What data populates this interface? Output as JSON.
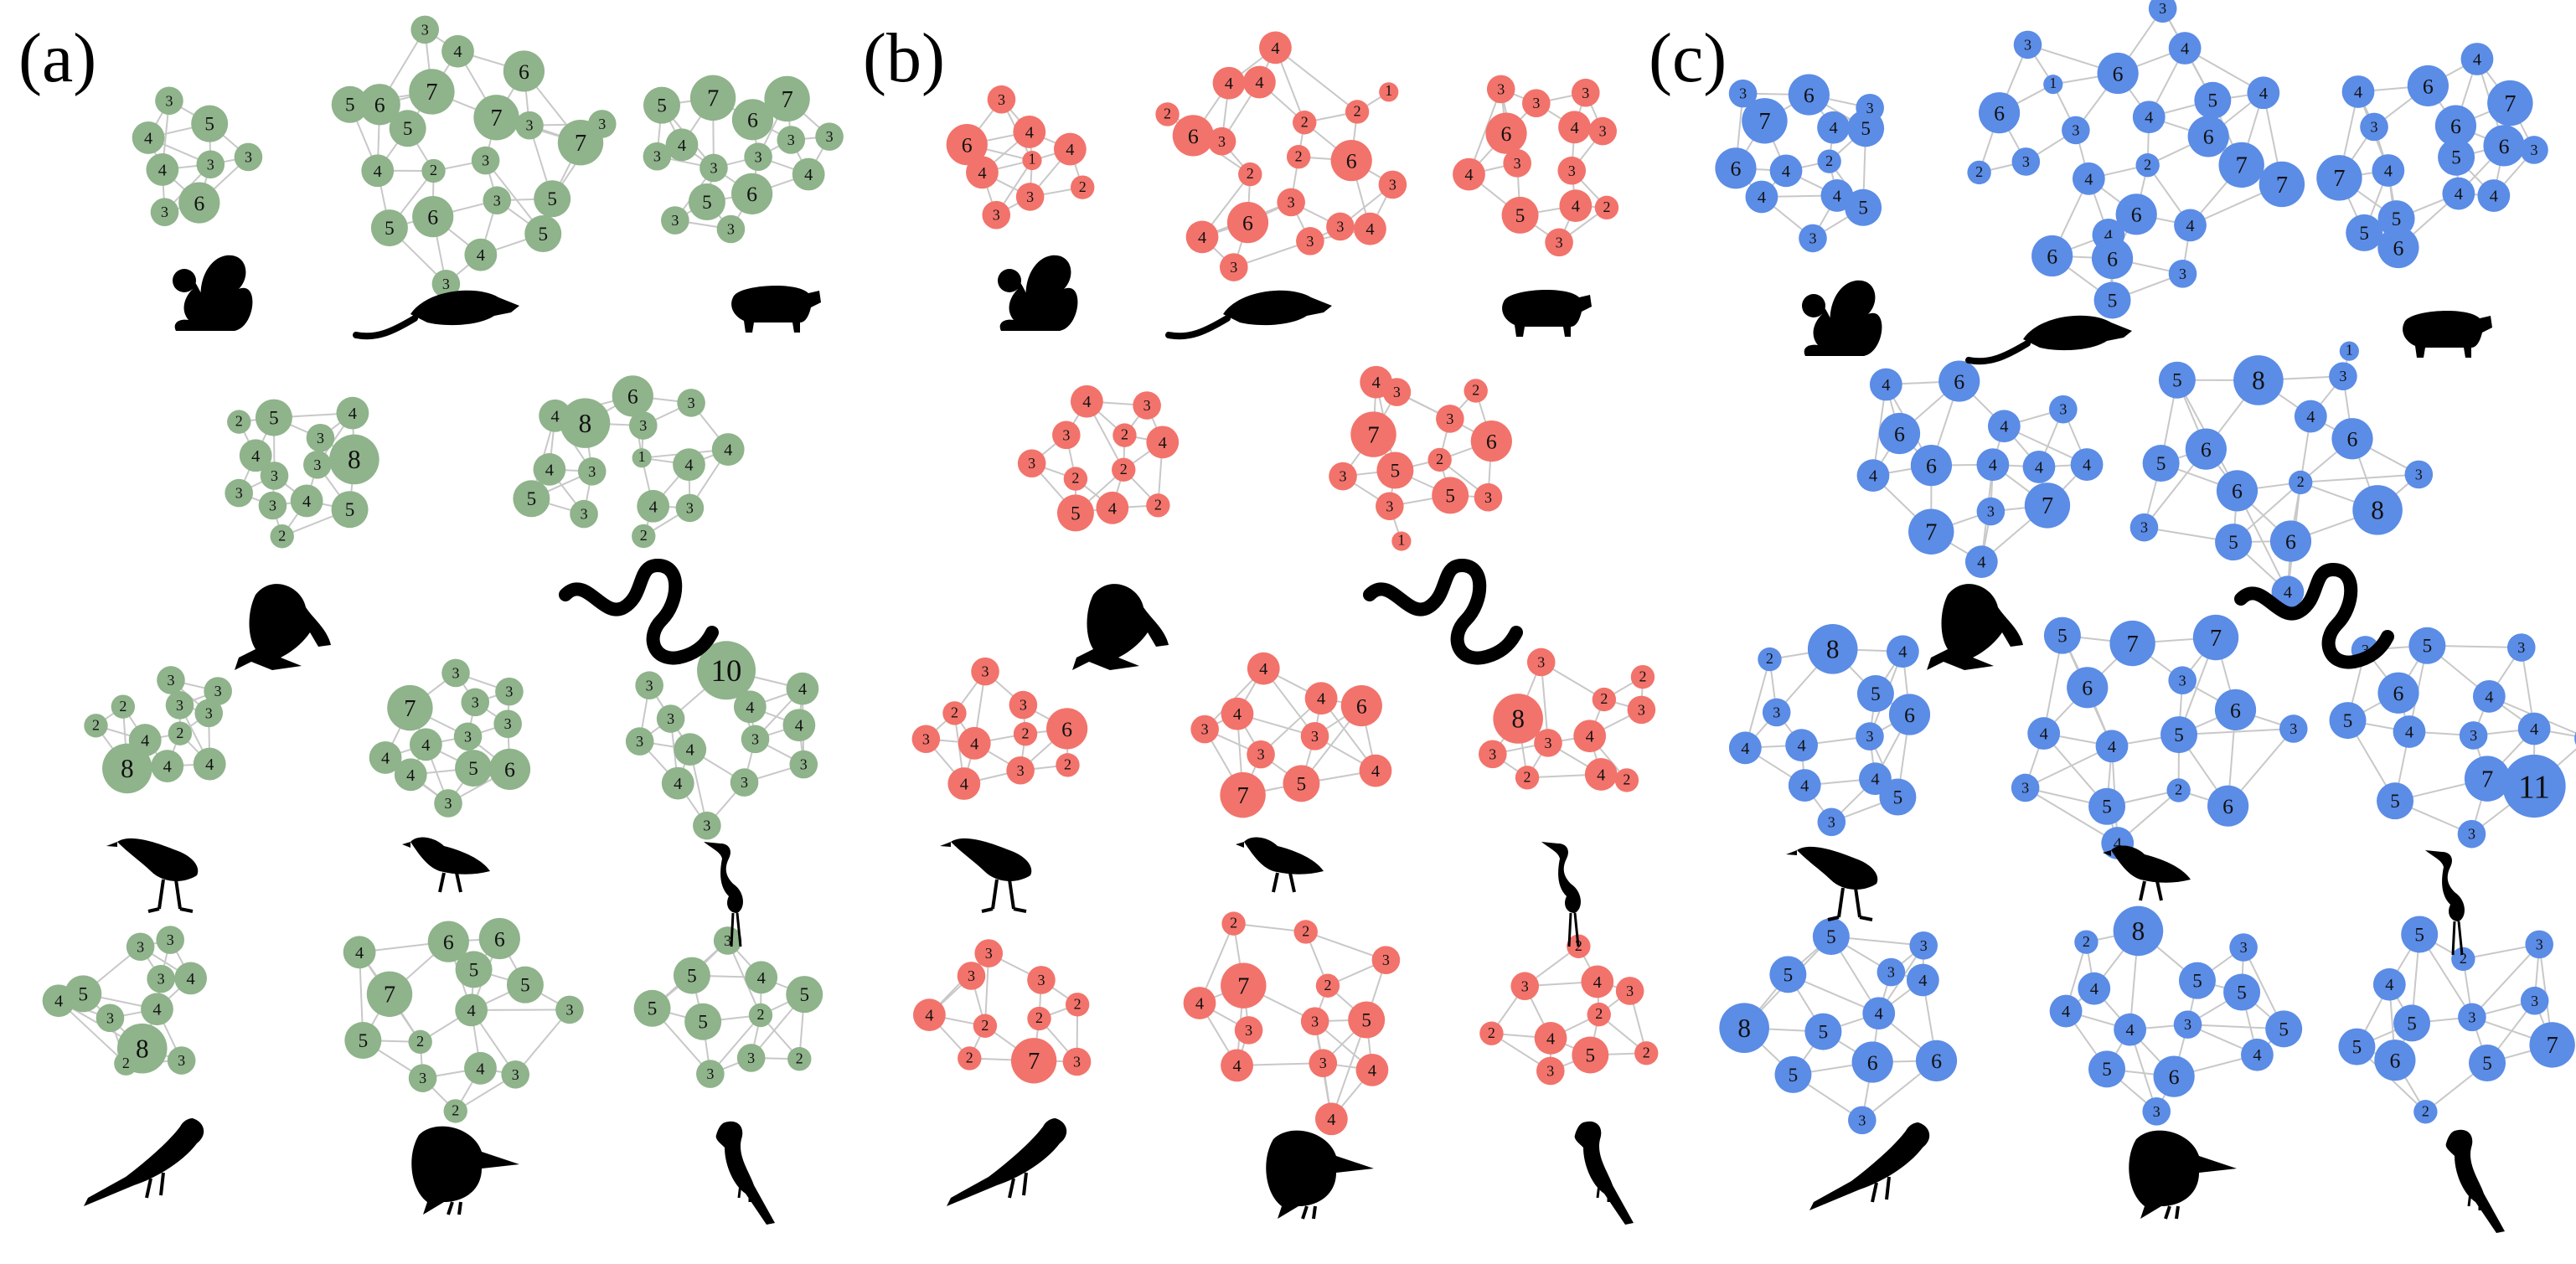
{
  "panels": [
    {
      "label": "(a)",
      "color": "#8fb38b"
    },
    {
      "label": "(b)",
      "color": "#f2736b"
    },
    {
      "label": "(c)",
      "color": "#5b8ce6"
    }
  ],
  "edge_color": "#c8c8c8",
  "species_icons": [
    "squirrel-icon",
    "opossum-icon",
    "pig-icon",
    "frog-icon",
    "snake-icon",
    "rail-bird-icon",
    "plover-bird-icon",
    "heron-icon",
    "magpie-icon",
    "kingfisher-icon",
    "wagtail-icon"
  ],
  "networks": [
    [
      {
        "nodes": [
          3,
          4,
          5,
          6,
          4,
          3,
          3,
          3
        ],
        "max": 6
      },
      {
        "nodes": [
          3,
          2,
          7,
          3,
          5,
          3,
          6,
          7,
          5,
          4,
          6,
          4,
          6,
          7,
          5,
          4,
          5,
          5,
          3,
          3,
          3
        ],
        "max": 7
      },
      {
        "nodes": [
          3,
          3,
          6,
          6,
          4,
          3,
          5,
          7,
          4,
          3,
          7,
          3,
          5,
          3,
          3
        ],
        "max": 7
      },
      {
        "nodes": [
          3,
          3,
          3,
          4,
          4,
          8,
          3,
          5,
          5,
          3,
          4,
          2,
          2
        ],
        "max": 8
      },
      {
        "nodes": [
          1,
          3,
          3,
          4,
          8,
          4,
          3,
          6,
          3,
          4,
          3,
          2,
          4,
          4,
          5
        ],
        "max": 8
      },
      {
        "nodes": [
          2,
          4,
          3,
          4,
          2,
          3,
          8,
          3,
          4,
          2,
          3
        ],
        "max": 8
      },
      {
        "nodes": [
          3,
          4,
          3,
          5,
          7,
          3,
          4,
          3,
          6,
          4,
          3,
          3
        ],
        "max": 7
      },
      {
        "nodes": [
          3,
          4,
          4,
          3,
          3,
          4,
          4,
          10,
          3,
          3,
          4,
          3,
          3
        ],
        "max": 10
      },
      {
        "nodes": [
          4,
          3,
          3,
          8,
          5,
          4,
          2,
          3,
          3,
          4,
          3
        ],
        "max": 8
      },
      {
        "nodes": [
          4,
          2,
          5,
          4,
          7,
          5,
          3,
          6,
          3,
          5,
          6,
          2,
          4,
          3
        ],
        "max": 7
      },
      {
        "nodes": [
          2,
          5,
          4,
          3,
          5,
          5,
          3,
          3,
          2,
          5
        ],
        "max": 5
      }
    ],
    [
      {
        "nodes": [
          1,
          4,
          4,
          3,
          6,
          4,
          3,
          3,
          2
        ],
        "max": 6
      },
      {
        "nodes": [
          2,
          2,
          2,
          3,
          3,
          6,
          6,
          4,
          3,
          6,
          2,
          3,
          4,
          3,
          4,
          4,
          4,
          2,
          1,
          3
        ],
        "max": 6
      },
      {
        "nodes": [
          3,
          3,
          4,
          4,
          6,
          3,
          5,
          3,
          2,
          4,
          3,
          3,
          3
        ],
        "max": 6
      },
      {
        "nodes": [
          2,
          2,
          2,
          4,
          3,
          4,
          5,
          4,
          2,
          3,
          3
        ],
        "max": 5
      },
      {
        "nodes": [
          2,
          5,
          3,
          5,
          7,
          6,
          3,
          3,
          3,
          3,
          2,
          1,
          4
        ],
        "max": 7
      },
      {
        "nodes": [
          2,
          4,
          3,
          3,
          2,
          6,
          4,
          3,
          2,
          3
        ],
        "max": 6
      },
      {
        "nodes": [
          3,
          3,
          4,
          5,
          4,
          6,
          7,
          4,
          4,
          3
        ],
        "max": 7
      },
      {
        "nodes": [
          4,
          3,
          2,
          4,
          8,
          3,
          2,
          3,
          2,
          3,
          2
        ],
        "max": 8
      },
      {
        "nodes": [
          2,
          2,
          3,
          7,
          3,
          2,
          2,
          3,
          3,
          4
        ],
        "max": 7
      },
      {
        "nodes": [
          3,
          3,
          2,
          3,
          7,
          5,
          4,
          2,
          4,
          4,
          3,
          4,
          2
        ],
        "max": 7
      },
      {
        "nodes": [
          2,
          4,
          4,
          5,
          3,
          3,
          3,
          2,
          2,
          2
        ],
        "max": 5
      }
    ],
    [
      {
        "nodes": [
          2,
          4,
          4,
          4,
          7,
          5,
          4,
          6,
          5,
          6,
          3,
          3,
          3
        ],
        "max": 7
      },
      {
        "nodes": [
          2,
          4,
          4,
          6,
          3,
          6,
          4,
          6,
          4,
          3,
          5,
          6,
          1,
          7,
          6,
          4,
          3,
          6,
          4,
          5,
          3,
          7,
          2,
          3
        ],
        "max": 7
      },
      {
        "nodes": [
          5,
          4,
          6,
          4,
          3,
          6,
          5,
          6,
          4,
          7,
          7,
          6,
          4,
          3,
          5,
          4
        ],
        "max": 7
      },
      {
        "nodes": [
          4,
          6,
          4,
          3,
          6,
          4,
          7,
          6,
          7,
          4,
          3,
          4,
          4,
          4
        ],
        "max": 7
      },
      {
        "nodes": [
          2,
          6,
          4,
          6,
          6,
          6,
          5,
          8,
          8,
          5,
          3,
          4,
          5,
          3,
          3,
          1
        ],
        "max": 8
      },
      {
        "nodes": [
          3,
          4,
          5,
          4,
          3,
          6,
          4,
          8,
          5,
          4,
          4,
          3,
          2
        ],
        "max": 8
      },
      {
        "nodes": [
          5,
          4,
          3,
          2,
          6,
          6,
          5,
          7,
          6,
          4,
          7,
          4,
          5,
          3,
          3
        ],
        "max": 7
      },
      {
        "nodes": [
          3,
          4,
          4,
          7,
          6,
          4,
          5,
          5,
          11,
          5,
          3,
          3,
          3,
          3
        ],
        "max": 11
      },
      {
        "nodes": [
          4,
          5,
          3,
          6,
          5,
          4,
          5,
          5,
          6,
          8,
          3,
          3
        ],
        "max": 8
      },
      {
        "nodes": [
          3,
          4,
          5,
          6,
          4,
          5,
          5,
          8,
          4,
          4,
          3,
          3,
          2,
          5
        ],
        "max": 8
      },
      {
        "nodes": [
          3,
          5,
          2,
          5,
          4,
          3,
          6,
          5,
          7,
          5,
          3,
          2
        ],
        "max": 7
      }
    ]
  ]
}
